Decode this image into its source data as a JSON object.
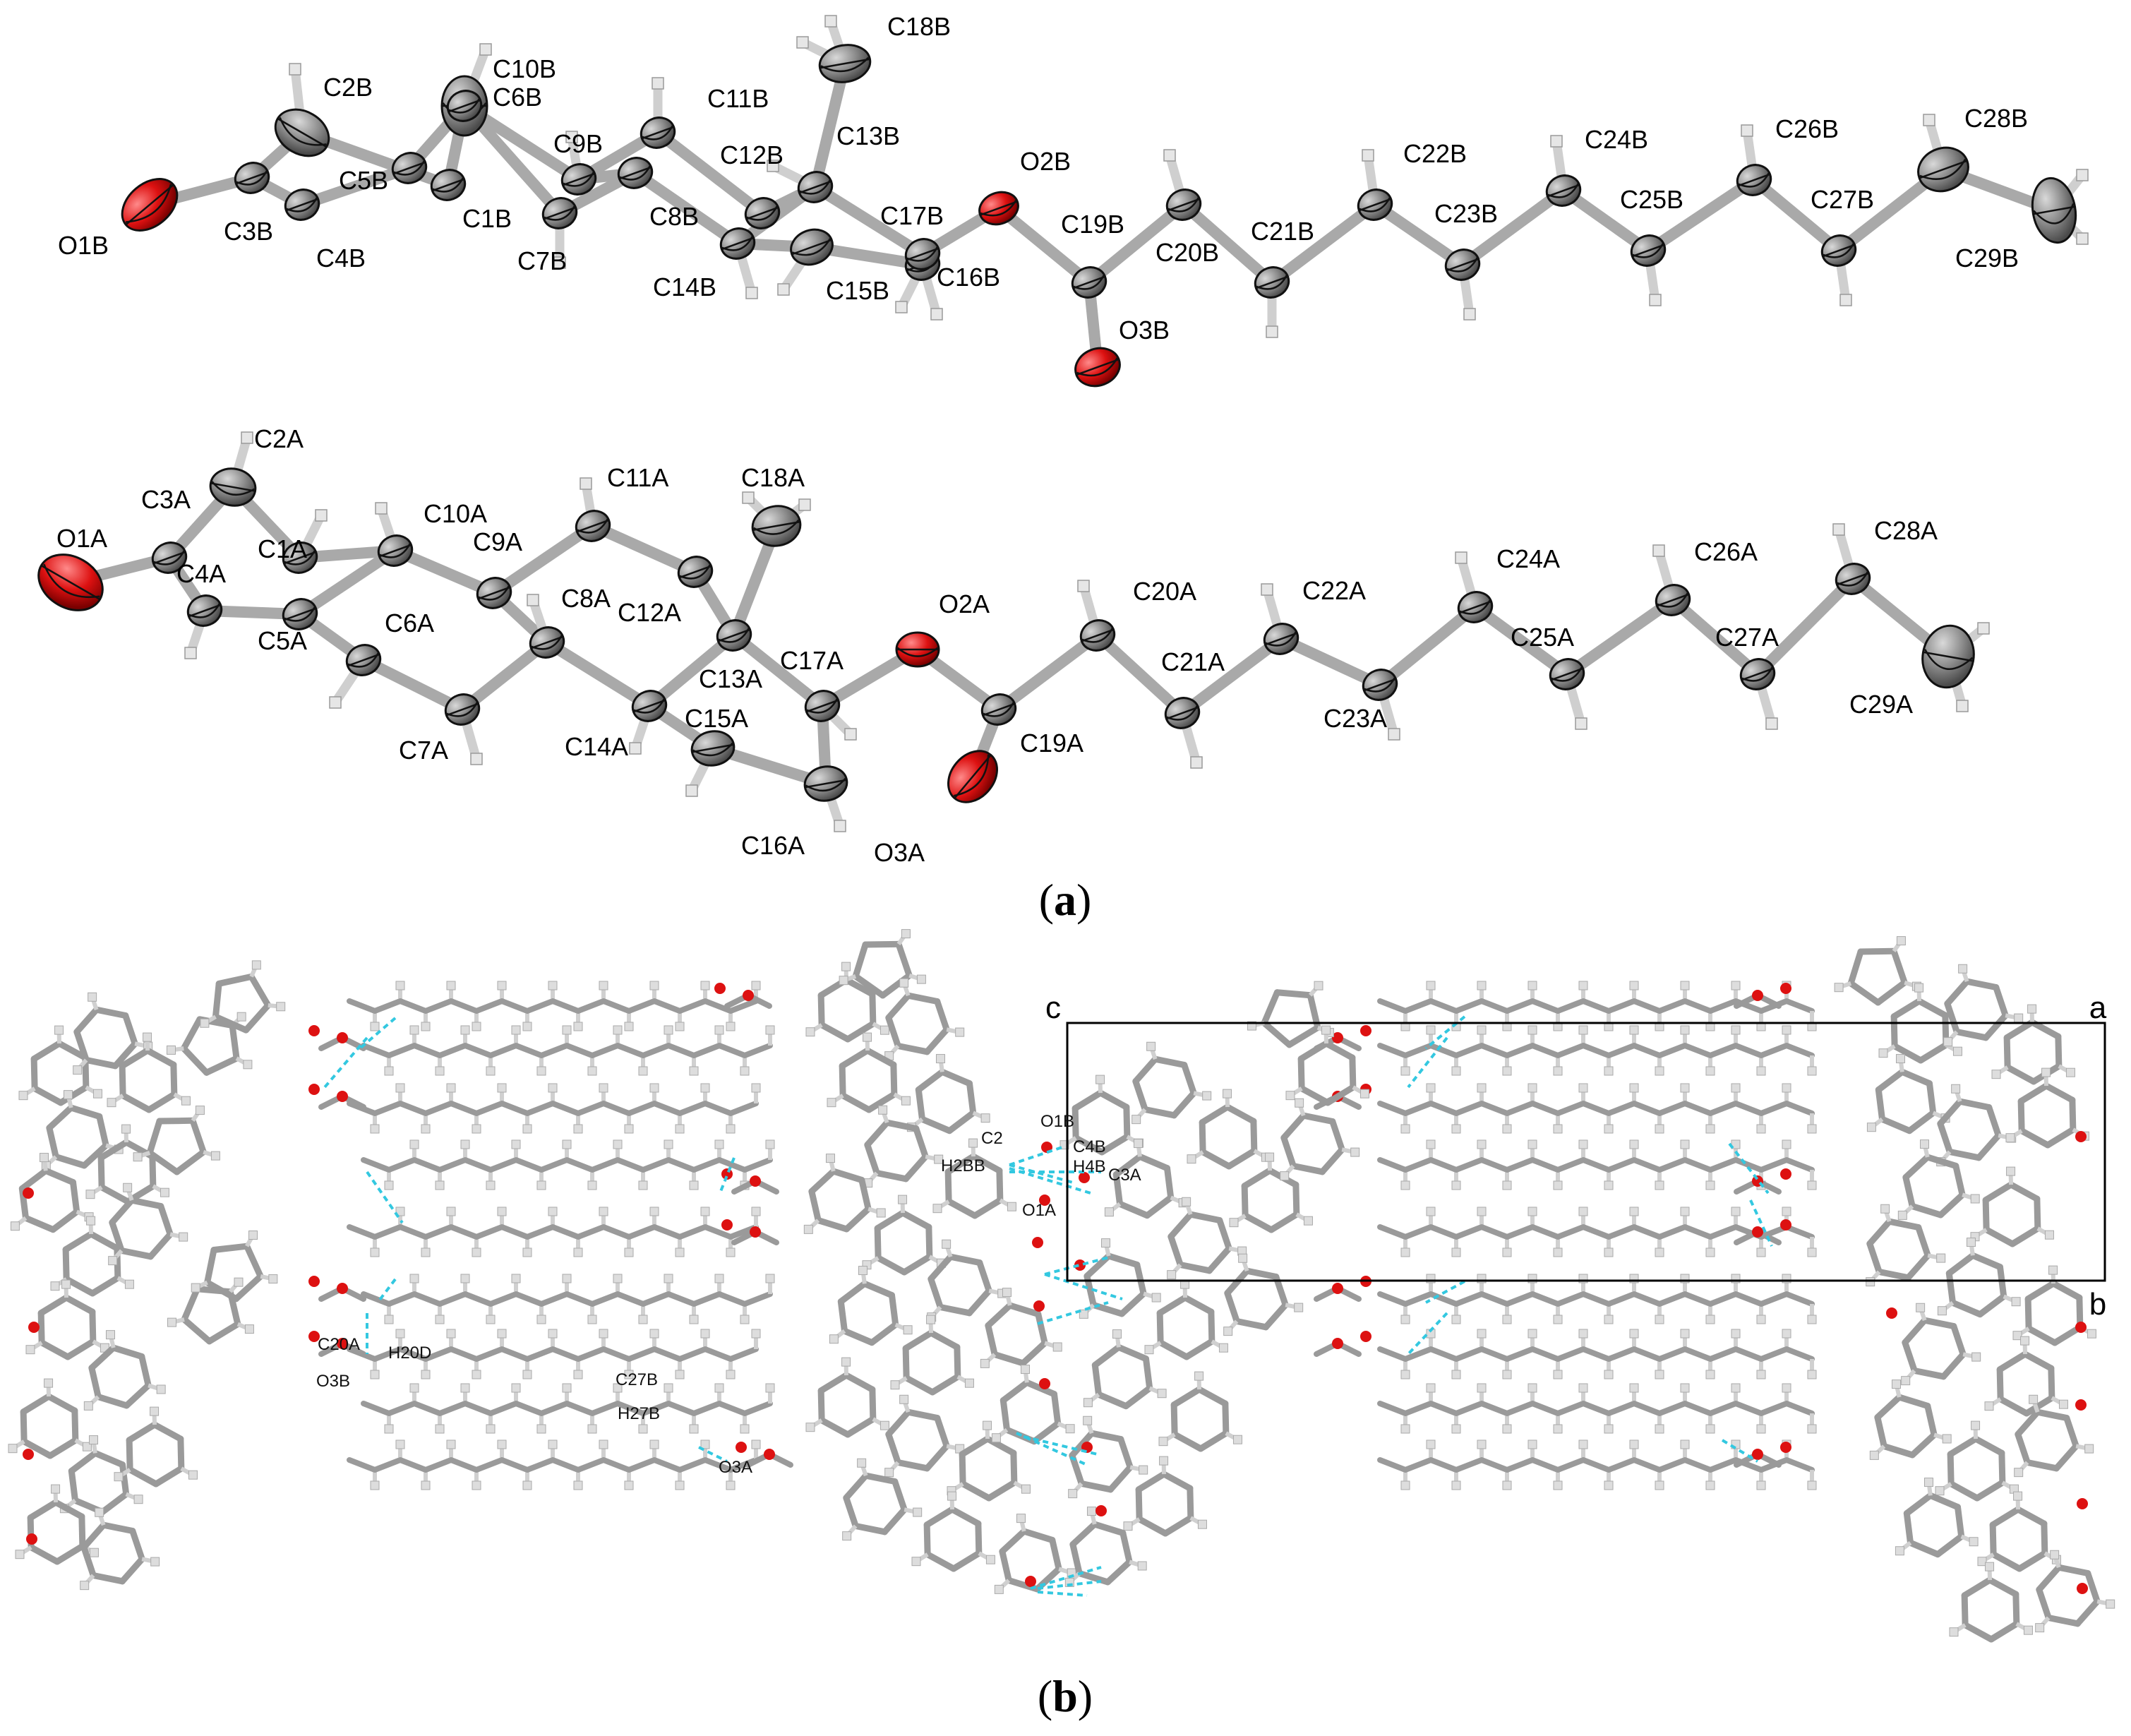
{
  "panel_a": {
    "label_open": "(",
    "label_letter": "a",
    "label_close": ")",
    "molecule_B": {
      "atoms": [
        "O1B",
        "C2B",
        "C3B",
        "C4B",
        "C5B",
        "C10B",
        "C6B",
        "C1B",
        "C7B",
        "C9B",
        "C8B",
        "C11B",
        "C12B",
        "C13B",
        "C18B",
        "C14B",
        "C15B",
        "C16B",
        "C17B",
        "O2B",
        "C19B",
        "O3B",
        "C20B",
        "C21B",
        "C22B",
        "C23B",
        "C24B",
        "C25B",
        "C26B",
        "C27B",
        "C28B",
        "C29B"
      ]
    },
    "molecule_A": {
      "atoms": [
        "O1A",
        "C2A",
        "C3A",
        "C1A",
        "C10A",
        "C4A",
        "C5A",
        "C6A",
        "C7A",
        "C9A",
        "C8A",
        "C11A",
        "C12A",
        "C13A",
        "C18A",
        "C14A",
        "C15A",
        "C16A",
        "C17A",
        "O2A",
        "O3A",
        "C19A",
        "C20A",
        "C21A",
        "C22A",
        "C23A",
        "C24A",
        "C25A",
        "C26A",
        "C27A",
        "C28A",
        "C29A"
      ]
    },
    "colors": {
      "carbon": "#8c8c8c",
      "oxygen": "#dd1111",
      "hydrogen": "#e6e6e6",
      "bond": "#a9a9a9"
    }
  },
  "panel_b": {
    "label_open": "(",
    "label_letter": "b",
    "label_close": ")",
    "axes": {
      "c": "c",
      "a": "a",
      "b": "b"
    },
    "contact_labels": {
      "c2": "C2",
      "h2bb": "H2BB",
      "o1b": "O1B",
      "c4b": "C4B",
      "h4b": "H4B",
      "c3a": "C3A",
      "o1a": "O1A",
      "c20a": "C20A",
      "h20d": "H20D",
      "o3b": "O3B",
      "c27b": "C27B",
      "h27b": "H27B",
      "o3a": "O3A"
    },
    "colors": {
      "bond": "#9a9a9a",
      "hbond": "#33c8e0",
      "oxygen": "#dd1111",
      "hydrogen": "#dddddd",
      "cell": "#000000"
    }
  }
}
